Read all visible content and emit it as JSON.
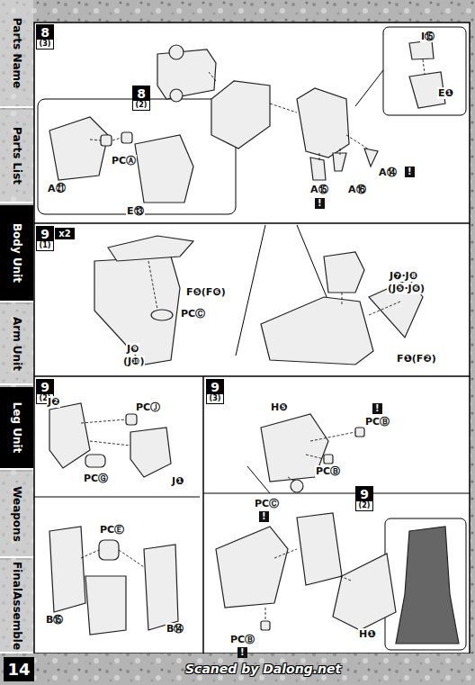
{
  "diagram": {
    "nodes": [
      {
        "text": [
          "Parts Name"
        ]
      },
      {
        "text": [
          "Parts List"
        ]
      },
      {
        "text": [
          "Body Unit"
        ]
      },
      {
        "text": [
          "Arm Unit"
        ]
      },
      {
        "text": [
          "Leg Unit"
        ]
      },
      {
        "text": [
          "Weapons"
        ]
      },
      {
        "text": [
          "FinalAssemble"
        ]
      },
      {
        "text": [
          "8",
          "(3)"
        ]
      },
      {
        "text": [
          "8",
          "(2)"
        ]
      },
      {
        "text": [
          "9",
          "(1)"
        ]
      },
      {
        "text": [
          "x2"
        ]
      },
      {
        "text": [
          "9",
          "(2)"
        ]
      },
      {
        "text": [
          "9",
          "(3)"
        ]
      },
      {
        "text": [
          "9",
          "(2)"
        ]
      },
      {
        "text": [
          "14"
        ]
      }
    ],
    "labels": [
      "I⑮",
      "E❶",
      "PCⒶ",
      "A㉑",
      "E⑬",
      "A⑮",
      "!",
      "A⑯",
      "A⑭",
      "!",
      "F❺(F❻)",
      "PCⒸ",
      "J❾",
      "(J❿)",
      "J❼·J❽",
      "(J❺·J❻)",
      "F❶(F❷)",
      "J❷",
      "PCⒿ",
      "J❶",
      "PCⒼ",
      "B⑮",
      "PCⒺ",
      "B⑭",
      "H❺",
      "PCⒷ",
      "!",
      "PCⒷ",
      "PCⒸ",
      "!",
      "H❶",
      "PCⒷ",
      "!",
      "Scaned by Dalong.net"
    ]
  }
}
